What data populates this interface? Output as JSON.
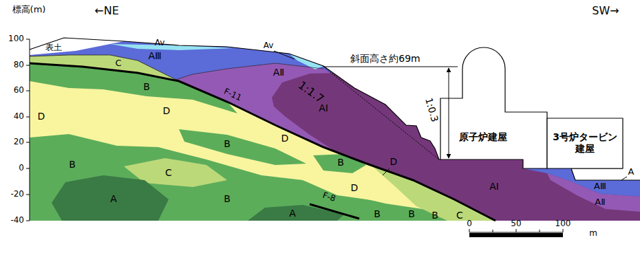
{
  "diagram": {
    "nodes": [
      {
        "text": [
          "原子炉建屋"
        ]
      },
      {
        "text": [
          "3号炉タービン建屋"
        ]
      }
    ],
    "labels": [
      "標高(m)",
      "←NE",
      "SW→",
      "100",
      "80",
      "60",
      "40",
      "20",
      "0",
      "-20",
      "-40",
      "表土",
      "Av",
      "Av",
      "AⅢ",
      "斜面高さ約69m",
      "AⅡ",
      "1:1.7",
      "AⅠ",
      "1:0.3",
      "C",
      "B",
      "D",
      "D",
      "F-11",
      "B",
      "D",
      "B",
      "D",
      "B",
      "C",
      "D",
      "A",
      "B",
      "F-8",
      "A",
      "B",
      "B",
      "B",
      "C",
      "AⅠ",
      "AⅢ",
      "AⅡ",
      "A",
      "0",
      "50",
      "100",
      "m"
    ]
  }
}
